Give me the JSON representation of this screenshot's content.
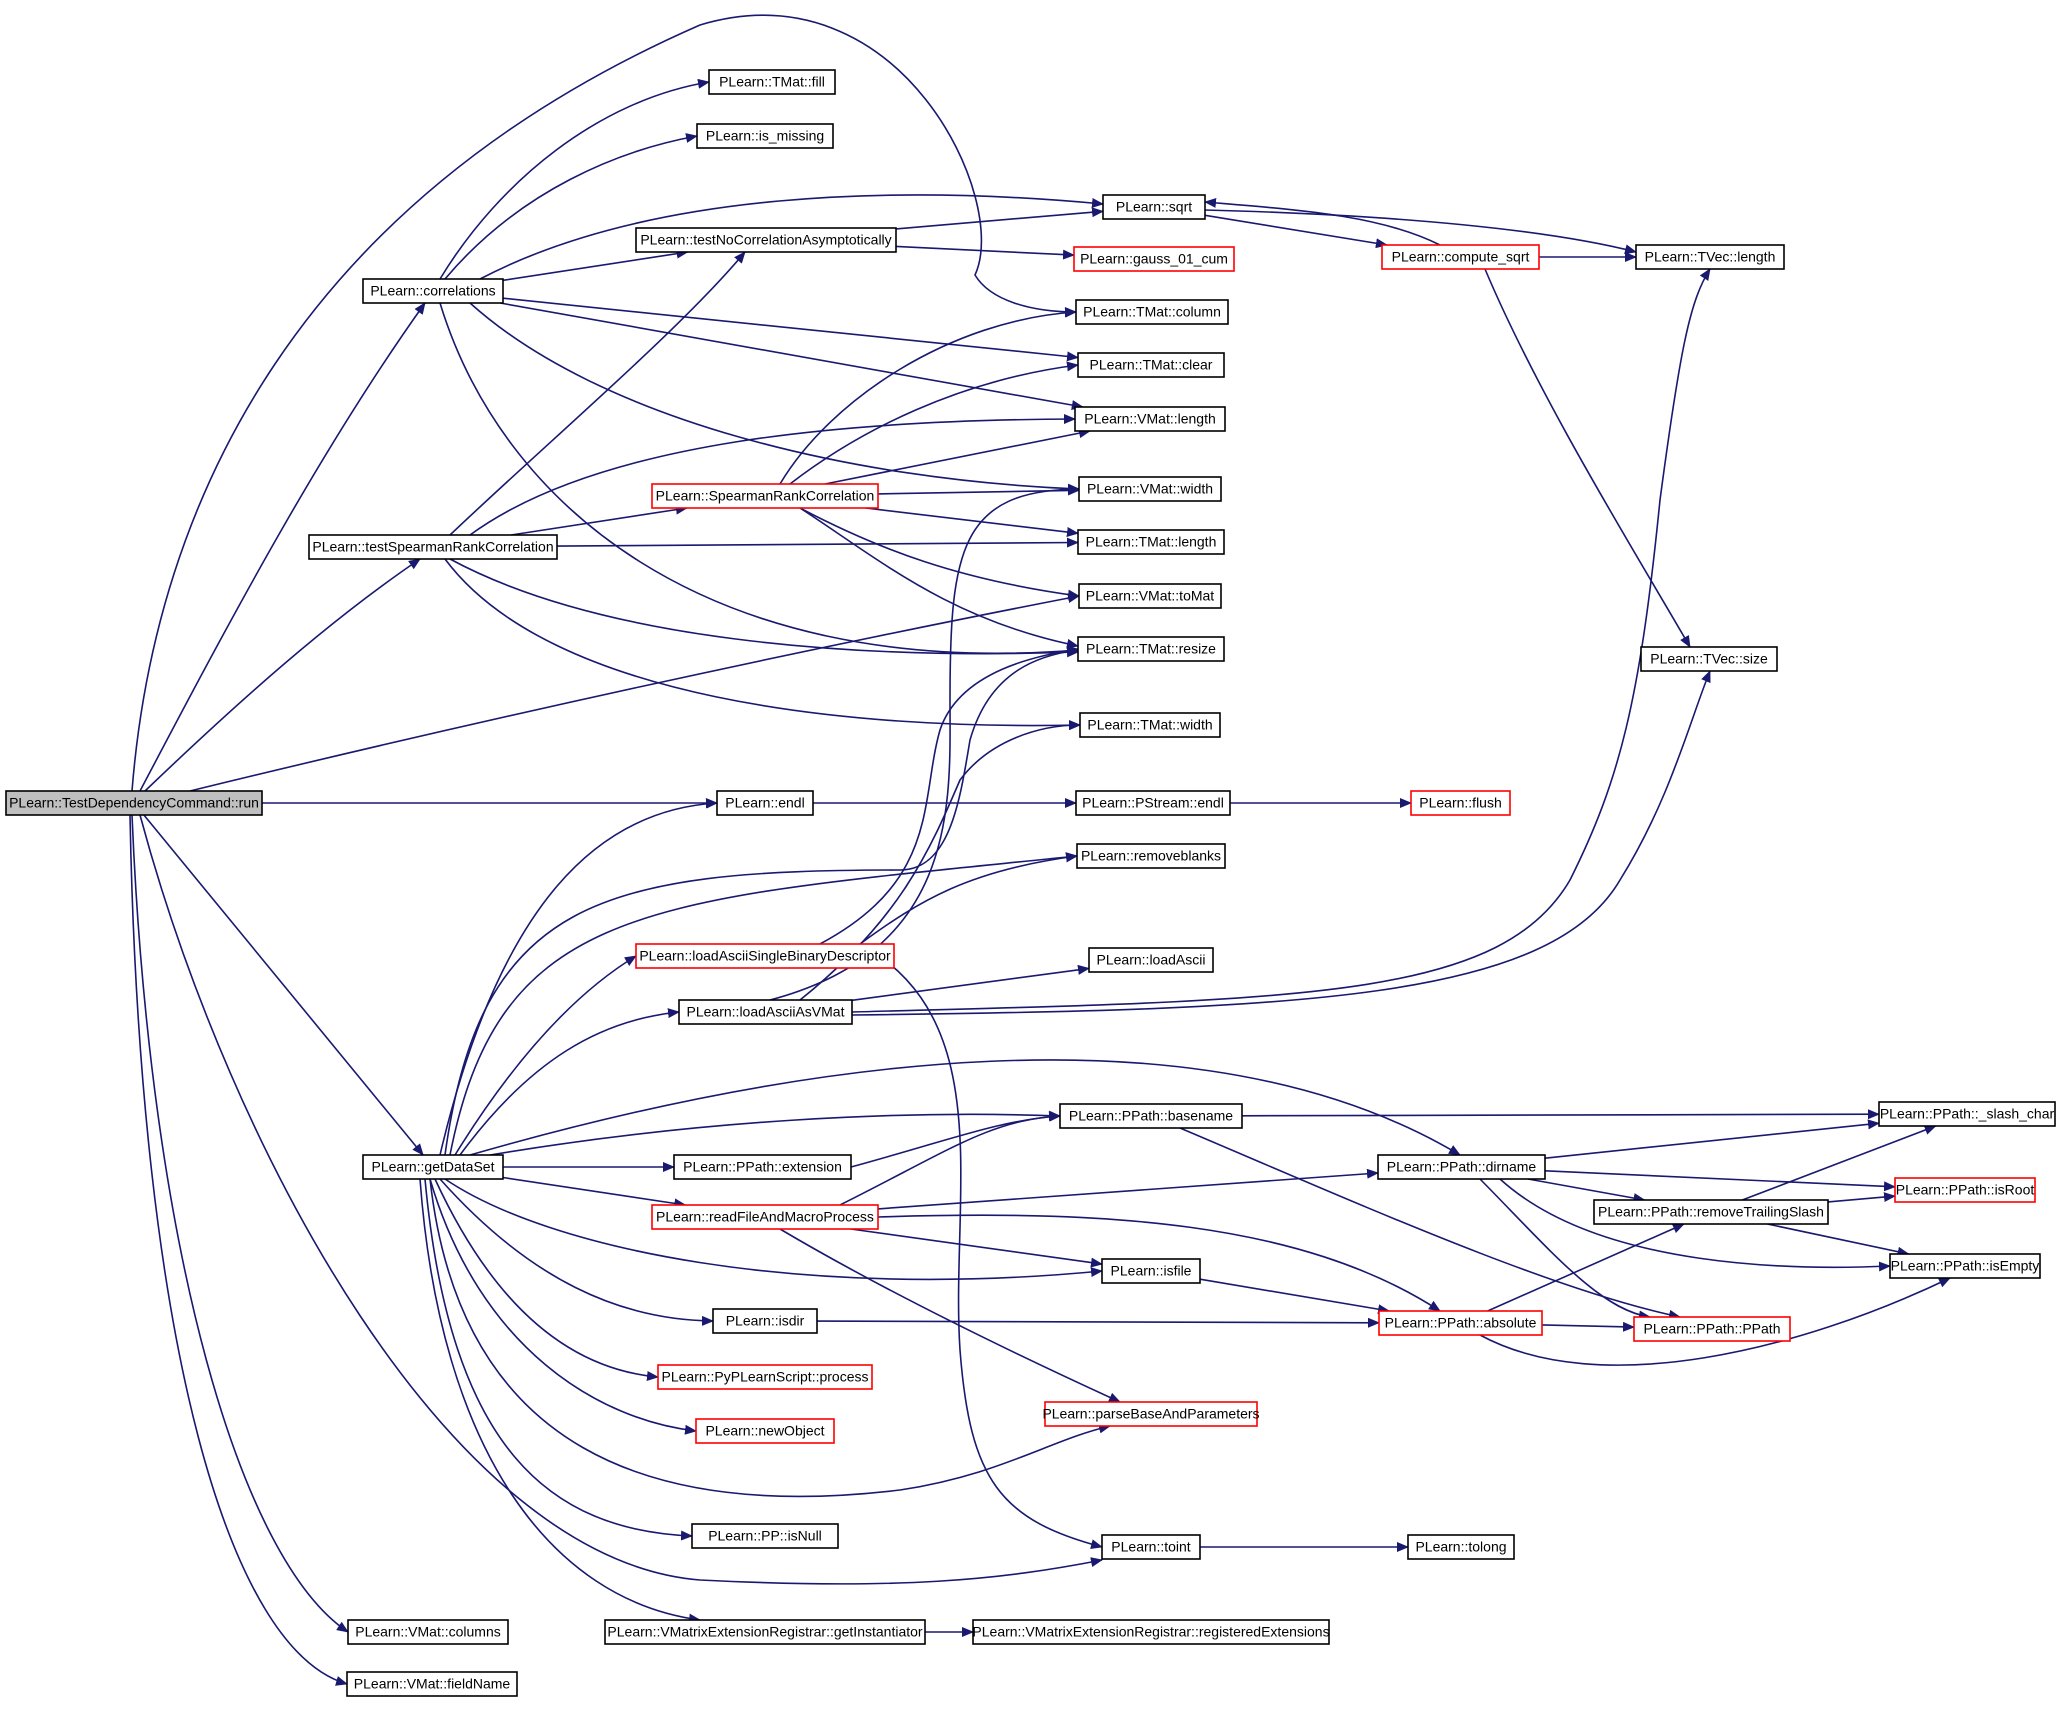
{
  "colors": {
    "edge": "#191970",
    "node_border_default": "#000000",
    "node_border_truncated": "#ff0000",
    "node_fill_default": "#ffffff",
    "node_fill_root": "#bfbfbf",
    "text": "#000000"
  },
  "nodes": [
    {
      "id": "run",
      "label": "PLearn::TestDependencyCommand::run",
      "root": true
    },
    {
      "id": "fill",
      "label": "PLearn::TMat::fill"
    },
    {
      "id": "is_missing",
      "label": "PLearn::is_missing"
    },
    {
      "id": "sqrt",
      "label": "PLearn::sqrt"
    },
    {
      "id": "testNoCorr",
      "label": "PLearn::testNoCorrelationAsymptotically"
    },
    {
      "id": "gauss",
      "label": "PLearn::gauss_01_cum",
      "truncated": true
    },
    {
      "id": "compute_sqrt",
      "label": "PLearn::compute_sqrt",
      "truncated": true
    },
    {
      "id": "tvec_length",
      "label": "PLearn::TVec::length"
    },
    {
      "id": "correlations",
      "label": "PLearn::correlations"
    },
    {
      "id": "tmat_column",
      "label": "PLearn::TMat::column"
    },
    {
      "id": "tmat_clear",
      "label": "PLearn::TMat::clear"
    },
    {
      "id": "vmat_length",
      "label": "PLearn::VMat::length"
    },
    {
      "id": "spearman",
      "label": "PLearn::SpearmanRankCorrelation",
      "truncated": true
    },
    {
      "id": "vmat_width",
      "label": "PLearn::VMat::width"
    },
    {
      "id": "testSpearman",
      "label": "PLearn::testSpearmanRankCorrelation"
    },
    {
      "id": "tmat_length",
      "label": "PLearn::TMat::length"
    },
    {
      "id": "vmat_toMat",
      "label": "PLearn::VMat::toMat"
    },
    {
      "id": "tmat_resize",
      "label": "PLearn::TMat::resize"
    },
    {
      "id": "tvec_size",
      "label": "PLearn::TVec::size"
    },
    {
      "id": "tmat_width",
      "label": "PLearn::TMat::width"
    },
    {
      "id": "endl",
      "label": "PLearn::endl"
    },
    {
      "id": "pstream_endl",
      "label": "PLearn::PStream::endl"
    },
    {
      "id": "flush",
      "label": "PLearn::flush",
      "truncated": true
    },
    {
      "id": "removeblanks",
      "label": "PLearn::removeblanks"
    },
    {
      "id": "loadAsciiSBD",
      "label": "PLearn::loadAsciiSingleBinaryDescriptor",
      "truncated": true
    },
    {
      "id": "loadAscii",
      "label": "PLearn::loadAscii"
    },
    {
      "id": "loadAsciiAsVMat",
      "label": "PLearn::loadAsciiAsVMat"
    },
    {
      "id": "basename",
      "label": "PLearn::PPath::basename"
    },
    {
      "id": "slash_char",
      "label": "PLearn::PPath::_slash_char"
    },
    {
      "id": "getDataSet",
      "label": "PLearn::getDataSet"
    },
    {
      "id": "extension",
      "label": "PLearn::PPath::extension"
    },
    {
      "id": "dirname",
      "label": "PLearn::PPath::dirname"
    },
    {
      "id": "isRoot",
      "label": "PLearn::PPath::isRoot",
      "truncated": true
    },
    {
      "id": "readFile",
      "label": "PLearn::readFileAndMacroProcess",
      "truncated": true
    },
    {
      "id": "removeTrailing",
      "label": "PLearn::PPath::removeTrailingSlash"
    },
    {
      "id": "isfile",
      "label": "PLearn::isfile"
    },
    {
      "id": "isEmpty",
      "label": "PLearn::PPath::isEmpty"
    },
    {
      "id": "isdir",
      "label": "PLearn::isdir"
    },
    {
      "id": "absolute",
      "label": "PLearn::PPath::absolute",
      "truncated": true
    },
    {
      "id": "ppath",
      "label": "PLearn::PPath::PPath",
      "truncated": true
    },
    {
      "id": "pyprocess",
      "label": "PLearn::PyPLearnScript::process",
      "truncated": true
    },
    {
      "id": "newObject",
      "label": "PLearn::newObject",
      "truncated": true
    },
    {
      "id": "parseBase",
      "label": "PLearn::parseBaseAndParameters",
      "truncated": true
    },
    {
      "id": "isNull",
      "label": "PLearn::PP::isNull"
    },
    {
      "id": "toint",
      "label": "PLearn::toint"
    },
    {
      "id": "tolong",
      "label": "PLearn::tolong"
    },
    {
      "id": "getInst",
      "label": "PLearn::VMatrixExtensionRegistrar::getInstantiator"
    },
    {
      "id": "regExt",
      "label": "PLearn::VMatrixExtensionRegistrar::registeredExtensions"
    },
    {
      "id": "vmat_columns",
      "label": "PLearn::VMat::columns"
    },
    {
      "id": "fieldName",
      "label": "PLearn::VMat::fieldName"
    }
  ],
  "edges": [
    [
      "run",
      "correlations"
    ],
    [
      "run",
      "testSpearman"
    ],
    [
      "run",
      "vmat_toMat"
    ],
    [
      "run",
      "endl"
    ],
    [
      "run",
      "getDataSet"
    ],
    [
      "run",
      "toint"
    ],
    [
      "run",
      "vmat_columns"
    ],
    [
      "run",
      "fieldName"
    ],
    [
      "run",
      "tmat_column"
    ],
    [
      "correlations",
      "fill"
    ],
    [
      "correlations",
      "is_missing"
    ],
    [
      "correlations",
      "sqrt"
    ],
    [
      "correlations",
      "testNoCorr"
    ],
    [
      "correlations",
      "tmat_clear"
    ],
    [
      "correlations",
      "vmat_length"
    ],
    [
      "correlations",
      "vmat_width"
    ],
    [
      "correlations",
      "tmat_resize"
    ],
    [
      "testNoCorr",
      "sqrt"
    ],
    [
      "testNoCorr",
      "gauss"
    ],
    [
      "sqrt",
      "compute_sqrt"
    ],
    [
      "sqrt",
      "tvec_length"
    ],
    [
      "compute_sqrt",
      "sqrt"
    ],
    [
      "compute_sqrt",
      "tvec_length"
    ],
    [
      "compute_sqrt",
      "tvec_size"
    ],
    [
      "testSpearman",
      "testNoCorr"
    ],
    [
      "testSpearman",
      "vmat_length"
    ],
    [
      "testSpearman",
      "spearman"
    ],
    [
      "testSpearman",
      "tmat_length"
    ],
    [
      "testSpearman",
      "tmat_resize"
    ],
    [
      "testSpearman",
      "tmat_width"
    ],
    [
      "spearman",
      "tmat_column"
    ],
    [
      "spearman",
      "tmat_clear"
    ],
    [
      "spearman",
      "vmat_length"
    ],
    [
      "spearman",
      "vmat_width"
    ],
    [
      "spearman",
      "tmat_length"
    ],
    [
      "spearman",
      "vmat_toMat"
    ],
    [
      "spearman",
      "tmat_resize"
    ],
    [
      "endl",
      "pstream_endl"
    ],
    [
      "pstream_endl",
      "flush"
    ],
    [
      "getDataSet",
      "endl"
    ],
    [
      "getDataSet",
      "tmat_resize"
    ],
    [
      "getDataSet",
      "removeblanks"
    ],
    [
      "getDataSet",
      "loadAsciiSBD"
    ],
    [
      "getDataSet",
      "loadAsciiAsVMat"
    ],
    [
      "getDataSet",
      "dirname"
    ],
    [
      "getDataSet",
      "basename"
    ],
    [
      "getDataSet",
      "extension"
    ],
    [
      "getDataSet",
      "readFile"
    ],
    [
      "getDataSet",
      "isfile"
    ],
    [
      "getDataSet",
      "isdir"
    ],
    [
      "getDataSet",
      "pyprocess"
    ],
    [
      "getDataSet",
      "newObject"
    ],
    [
      "getDataSet",
      "parseBase"
    ],
    [
      "getDataSet",
      "isNull"
    ],
    [
      "getDataSet",
      "getInst"
    ],
    [
      "loadAsciiSBD",
      "removeblanks"
    ],
    [
      "loadAsciiSBD",
      "toint"
    ],
    [
      "loadAsciiSBD",
      "tmat_resize"
    ],
    [
      "loadAsciiAsVMat",
      "loadAscii"
    ],
    [
      "loadAsciiAsVMat",
      "tvec_length"
    ],
    [
      "loadAsciiAsVMat",
      "tvec_size"
    ],
    [
      "loadAsciiAsVMat",
      "vmat_width"
    ],
    [
      "loadAsciiAsVMat",
      "tmat_width"
    ],
    [
      "extension",
      "basename"
    ],
    [
      "readFile",
      "basename"
    ],
    [
      "readFile",
      "dirname"
    ],
    [
      "readFile",
      "isfile"
    ],
    [
      "readFile",
      "absolute"
    ],
    [
      "readFile",
      "parseBase"
    ],
    [
      "basename",
      "slash_char"
    ],
    [
      "basename",
      "ppath"
    ],
    [
      "dirname",
      "slash_char"
    ],
    [
      "dirname",
      "isRoot"
    ],
    [
      "dirname",
      "removeTrailing"
    ],
    [
      "dirname",
      "isEmpty"
    ],
    [
      "dirname",
      "ppath"
    ],
    [
      "removeTrailing",
      "slash_char"
    ],
    [
      "removeTrailing",
      "isRoot"
    ],
    [
      "removeTrailing",
      "isEmpty"
    ],
    [
      "isfile",
      "absolute"
    ],
    [
      "isdir",
      "absolute"
    ],
    [
      "absolute",
      "removeTrailing"
    ],
    [
      "absolute",
      "ppath"
    ],
    [
      "absolute",
      "isEmpty"
    ],
    [
      "toint",
      "tolong"
    ],
    [
      "getInst",
      "regExt"
    ]
  ]
}
